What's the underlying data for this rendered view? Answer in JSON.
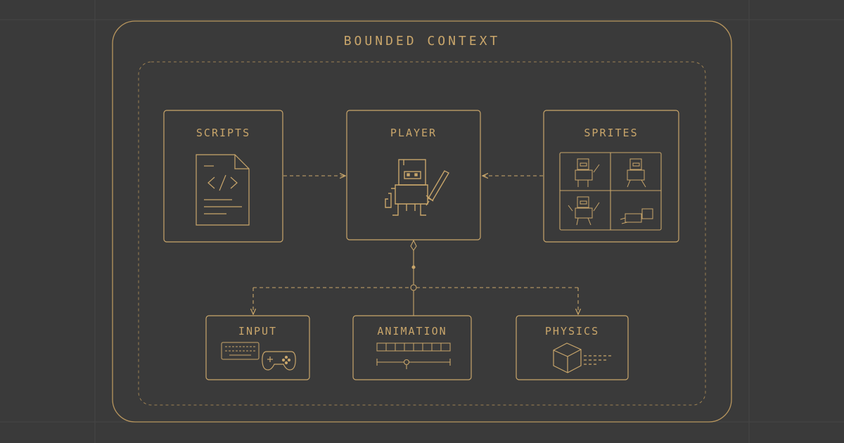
{
  "diagram": {
    "title": "BOUNDED CONTEXT",
    "nodes": {
      "scripts": "SCRIPTS",
      "player": "PLAYER",
      "sprites": "SPRITES",
      "input": "INPUT",
      "animation": "ANIMATION",
      "physics": "PHYSICS"
    },
    "colors": {
      "background": "#3a3a3a",
      "accent": "#c9a66b"
    }
  }
}
